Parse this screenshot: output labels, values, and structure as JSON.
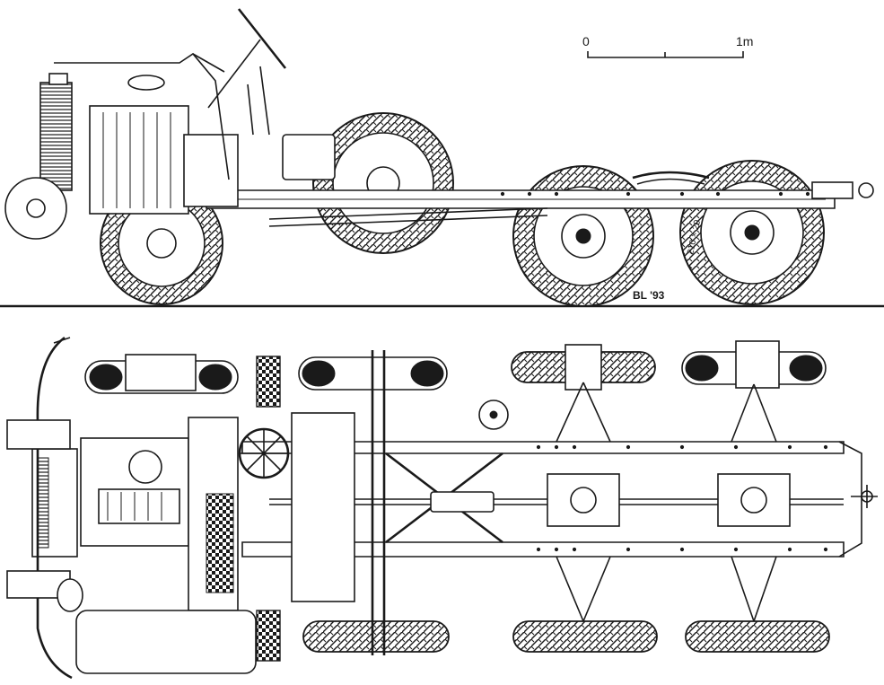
{
  "scale_bar": {
    "start_label": "0",
    "end_label": "1m"
  },
  "signature": "BL '93",
  "tyre_marking": "210 × 20",
  "colors": {
    "ink": "#1a1a1a",
    "paper": "#ffffff"
  }
}
